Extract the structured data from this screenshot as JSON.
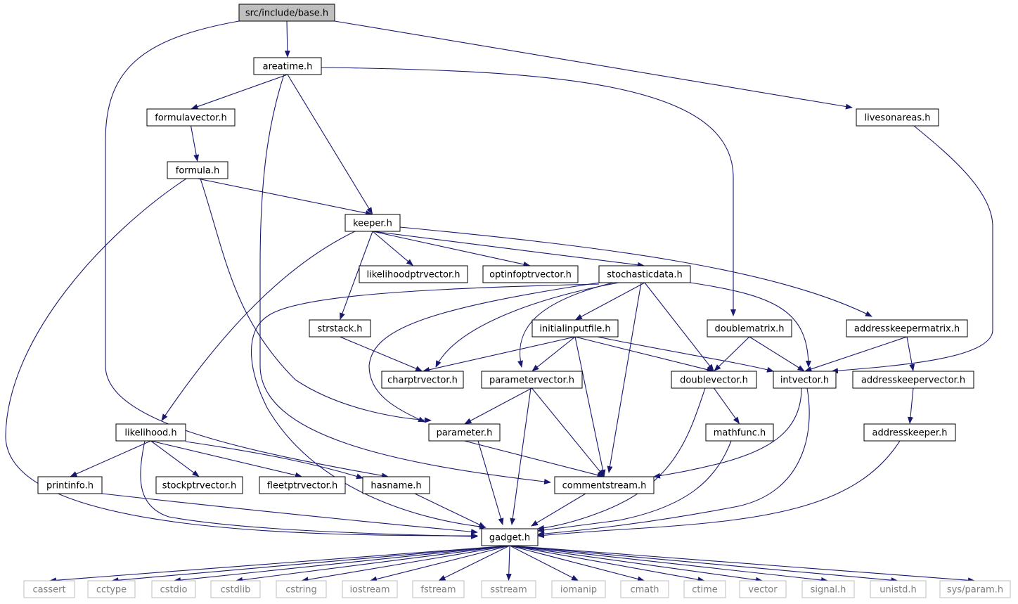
{
  "diagram": {
    "colors": {
      "edge": "#191970",
      "node_border": "#000000",
      "node_fill": "#ffffff",
      "root_fill": "#bfbfbf",
      "external_border": "#bfbfbf",
      "external_text": "#7f7f7f",
      "text": "#000000"
    },
    "nodes": [
      {
        "id": "base",
        "label": "src/include/base.h",
        "kind": "root"
      },
      {
        "id": "areatime",
        "label": "areatime.h",
        "kind": "header"
      },
      {
        "id": "livesonareas",
        "label": "livesonareas.h",
        "kind": "header"
      },
      {
        "id": "formulavector",
        "label": "formulavector.h",
        "kind": "header"
      },
      {
        "id": "formula",
        "label": "formula.h",
        "kind": "header"
      },
      {
        "id": "keeper",
        "label": "keeper.h",
        "kind": "header"
      },
      {
        "id": "likelihoodptrvector",
        "label": "likelihoodptrvector.h",
        "kind": "header"
      },
      {
        "id": "optinfoptrvector",
        "label": "optinfoptrvector.h",
        "kind": "header"
      },
      {
        "id": "stochasticdata",
        "label": "stochasticdata.h",
        "kind": "header"
      },
      {
        "id": "strstack",
        "label": "strstack.h",
        "kind": "header"
      },
      {
        "id": "initialinputfile",
        "label": "initialinputfile.h",
        "kind": "header"
      },
      {
        "id": "doublematrix",
        "label": "doublematrix.h",
        "kind": "header"
      },
      {
        "id": "addresskeepermatrix",
        "label": "addresskeepermatrix.h",
        "kind": "header"
      },
      {
        "id": "charptrvector",
        "label": "charptrvector.h",
        "kind": "header"
      },
      {
        "id": "parametervector",
        "label": "parametervector.h",
        "kind": "header"
      },
      {
        "id": "doublevector",
        "label": "doublevector.h",
        "kind": "header"
      },
      {
        "id": "intvector",
        "label": "intvector.h",
        "kind": "header"
      },
      {
        "id": "addresskeepervector",
        "label": "addresskeepervector.h",
        "kind": "header"
      },
      {
        "id": "likelihood",
        "label": "likelihood.h",
        "kind": "header"
      },
      {
        "id": "parameter",
        "label": "parameter.h",
        "kind": "header"
      },
      {
        "id": "mathfunc",
        "label": "mathfunc.h",
        "kind": "header"
      },
      {
        "id": "addresskeeper",
        "label": "addresskeeper.h",
        "kind": "header"
      },
      {
        "id": "printinfo",
        "label": "printinfo.h",
        "kind": "header"
      },
      {
        "id": "stockptrvector",
        "label": "stockptrvector.h",
        "kind": "header"
      },
      {
        "id": "fleetptrvector",
        "label": "fleetptrvector.h",
        "kind": "header"
      },
      {
        "id": "hasname",
        "label": "hasname.h",
        "kind": "header"
      },
      {
        "id": "commentstream",
        "label": "commentstream.h",
        "kind": "header"
      },
      {
        "id": "gadget",
        "label": "gadget.h",
        "kind": "header"
      },
      {
        "id": "cassert",
        "label": "cassert",
        "kind": "external"
      },
      {
        "id": "cctype",
        "label": "cctype",
        "kind": "external"
      },
      {
        "id": "cstdio",
        "label": "cstdio",
        "kind": "external"
      },
      {
        "id": "cstdlib",
        "label": "cstdlib",
        "kind": "external"
      },
      {
        "id": "cstring",
        "label": "cstring",
        "kind": "external"
      },
      {
        "id": "iostream",
        "label": "iostream",
        "kind": "external"
      },
      {
        "id": "fstream",
        "label": "fstream",
        "kind": "external"
      },
      {
        "id": "sstream",
        "label": "sstream",
        "kind": "external"
      },
      {
        "id": "iomanip",
        "label": "iomanip",
        "kind": "external"
      },
      {
        "id": "cmath",
        "label": "cmath",
        "kind": "external"
      },
      {
        "id": "ctime",
        "label": "ctime",
        "kind": "external"
      },
      {
        "id": "vector",
        "label": "vector",
        "kind": "external"
      },
      {
        "id": "signal",
        "label": "signal.h",
        "kind": "external"
      },
      {
        "id": "unistd",
        "label": "unistd.h",
        "kind": "external"
      },
      {
        "id": "sysparam",
        "label": "sys/param.h",
        "kind": "external"
      }
    ],
    "edges": [
      {
        "from": "base",
        "to": "areatime"
      },
      {
        "from": "base",
        "to": "livesonareas"
      },
      {
        "from": "base",
        "to": "hasname"
      },
      {
        "from": "areatime",
        "to": "formulavector"
      },
      {
        "from": "areatime",
        "to": "keeper"
      },
      {
        "from": "areatime",
        "to": "doublematrix"
      },
      {
        "from": "areatime",
        "to": "commentstream"
      },
      {
        "from": "formulavector",
        "to": "formula"
      },
      {
        "from": "formula",
        "to": "keeper"
      },
      {
        "from": "formula",
        "to": "parameter"
      },
      {
        "from": "formula",
        "to": "gadget"
      },
      {
        "from": "livesonareas",
        "to": "intvector"
      },
      {
        "from": "keeper",
        "to": "likelihoodptrvector"
      },
      {
        "from": "keeper",
        "to": "optinfoptrvector"
      },
      {
        "from": "keeper",
        "to": "stochasticdata"
      },
      {
        "from": "keeper",
        "to": "strstack"
      },
      {
        "from": "keeper",
        "to": "addresskeepermatrix"
      },
      {
        "from": "keeper",
        "to": "likelihood"
      },
      {
        "from": "stochasticdata",
        "to": "initialinputfile"
      },
      {
        "from": "stochasticdata",
        "to": "charptrvector"
      },
      {
        "from": "stochasticdata",
        "to": "parametervector"
      },
      {
        "from": "stochasticdata",
        "to": "parameter"
      },
      {
        "from": "stochasticdata",
        "to": "doublevector"
      },
      {
        "from": "stochasticdata",
        "to": "intvector"
      },
      {
        "from": "stochasticdata",
        "to": "commentstream"
      },
      {
        "from": "stochasticdata",
        "to": "gadget"
      },
      {
        "from": "strstack",
        "to": "charptrvector"
      },
      {
        "from": "initialinputfile",
        "to": "charptrvector"
      },
      {
        "from": "initialinputfile",
        "to": "parametervector"
      },
      {
        "from": "initialinputfile",
        "to": "doublevector"
      },
      {
        "from": "initialinputfile",
        "to": "intvector"
      },
      {
        "from": "initialinputfile",
        "to": "commentstream"
      },
      {
        "from": "doublematrix",
        "to": "doublevector"
      },
      {
        "from": "doublematrix",
        "to": "intvector"
      },
      {
        "from": "addresskeepermatrix",
        "to": "intvector"
      },
      {
        "from": "addresskeepermatrix",
        "to": "addresskeepervector"
      },
      {
        "from": "addresskeepervector",
        "to": "addresskeeper"
      },
      {
        "from": "addresskeeper",
        "to": "gadget"
      },
      {
        "from": "parametervector",
        "to": "parameter"
      },
      {
        "from": "parametervector",
        "to": "commentstream"
      },
      {
        "from": "parametervector",
        "to": "gadget"
      },
      {
        "from": "doublevector",
        "to": "mathfunc"
      },
      {
        "from": "doublevector",
        "to": "gadget"
      },
      {
        "from": "intvector",
        "to": "commentstream"
      },
      {
        "from": "intvector",
        "to": "gadget"
      },
      {
        "from": "mathfunc",
        "to": "gadget"
      },
      {
        "from": "parameter",
        "to": "commentstream"
      },
      {
        "from": "parameter",
        "to": "gadget"
      },
      {
        "from": "likelihood",
        "to": "printinfo"
      },
      {
        "from": "likelihood",
        "to": "stockptrvector"
      },
      {
        "from": "likelihood",
        "to": "fleetptrvector"
      },
      {
        "from": "likelihood",
        "to": "hasname"
      },
      {
        "from": "likelihood",
        "to": "gadget"
      },
      {
        "from": "printinfo",
        "to": "gadget"
      },
      {
        "from": "hasname",
        "to": "gadget"
      },
      {
        "from": "commentstream",
        "to": "gadget"
      },
      {
        "from": "gadget",
        "to": "cassert"
      },
      {
        "from": "gadget",
        "to": "cctype"
      },
      {
        "from": "gadget",
        "to": "cstdio"
      },
      {
        "from": "gadget",
        "to": "cstdlib"
      },
      {
        "from": "gadget",
        "to": "cstring"
      },
      {
        "from": "gadget",
        "to": "iostream"
      },
      {
        "from": "gadget",
        "to": "fstream"
      },
      {
        "from": "gadget",
        "to": "sstream"
      },
      {
        "from": "gadget",
        "to": "iomanip"
      },
      {
        "from": "gadget",
        "to": "cmath"
      },
      {
        "from": "gadget",
        "to": "ctime"
      },
      {
        "from": "gadget",
        "to": "vector"
      },
      {
        "from": "gadget",
        "to": "signal"
      },
      {
        "from": "gadget",
        "to": "unistd"
      },
      {
        "from": "gadget",
        "to": "sysparam"
      }
    ]
  }
}
